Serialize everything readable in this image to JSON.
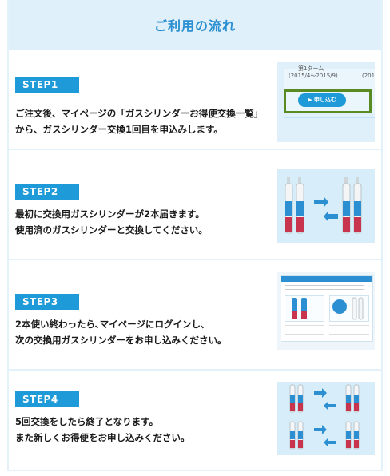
{
  "header": {
    "title": "ご利用の流れ"
  },
  "steps": [
    {
      "badge": "STEP1",
      "lines": [
        "ご注文後、マイページの「ガスシリンダーお得便交換一覧」",
        "から、ガスシリンダー交換1回目を申込みします。"
      ],
      "image": {
        "term_label": "第1ターム",
        "term_dates": "(2015/4〜2015/9)",
        "term_next": "(201",
        "button_label": "申し込む"
      }
    },
    {
      "badge": "STEP2",
      "lines": [
        "最初に交換用ガスシリンダーが2本届きます。",
        "使用済のガスシリンダーと交換してください。"
      ]
    },
    {
      "badge": "STEP3",
      "lines": [
        "2本使い終わったら､マイページにログインし､",
        "次の交換用ガスシリンダーをお申し込みください｡"
      ]
    },
    {
      "badge": "STEP4",
      "lines": [
        "5回交換をしたら終了となります。",
        "また新しくお得便をお申し込みください。"
      ]
    }
  ],
  "colors": {
    "accent": "#1e9ad8",
    "header_bg": "#dff0fa",
    "title": "#2b8fd1",
    "highlight": "#5a8b23"
  }
}
